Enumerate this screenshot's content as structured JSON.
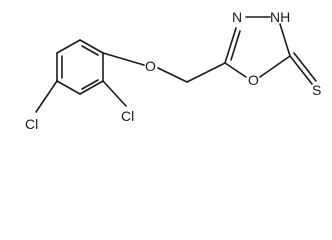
{
  "molecule": {
    "atoms": {
      "ether_oxygen": "O",
      "ring_oxygen": "O",
      "ring_nitrogen": "N",
      "ring_nh": "NH",
      "thione_sulfur": "S",
      "chloro_ortho": "Cl",
      "chloro_para": "Cl"
    },
    "style": {
      "bond_color": "#1a1a1a",
      "background": "#ffffff"
    }
  }
}
